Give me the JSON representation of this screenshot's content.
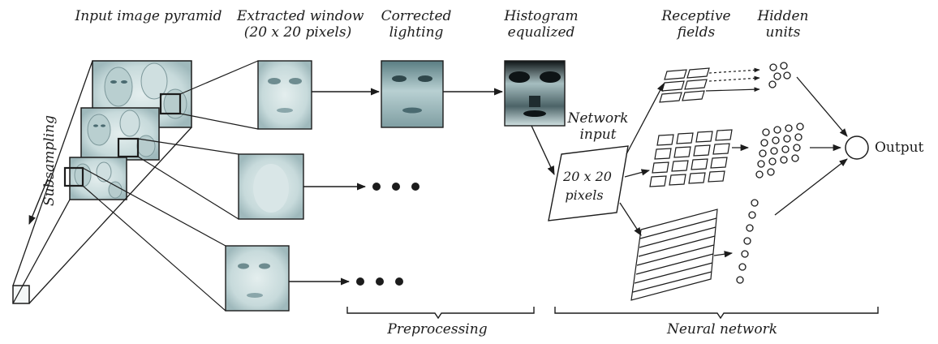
{
  "headers": {
    "pyramid": "Input image pyramid",
    "window_line1": "Extracted window",
    "window_line2": "(20 x 20 pixels)",
    "lighting_line1": "Corrected",
    "lighting_line2": "lighting",
    "histogram_line1": "Histogram",
    "histogram_line2": "equalized",
    "receptive_line1": "Receptive",
    "receptive_line2": "fields",
    "hidden_line1": "Hidden",
    "hidden_line2": "units"
  },
  "side_label": "Subsampling",
  "network_input": {
    "line1": "Network",
    "line2": "input"
  },
  "input_box": {
    "line1": "20 x 20",
    "line2": "pixels"
  },
  "output": "Output",
  "stage_labels": {
    "preprocessing": "Preprocessing",
    "neural": "Neural network"
  },
  "colors": {
    "ink": "#1c1c1c",
    "face_light": "#e6f0f0",
    "face_mid": "#a9c4c6",
    "face_dark": "#4a6a70",
    "histogram_dark": "#0e1416"
  }
}
